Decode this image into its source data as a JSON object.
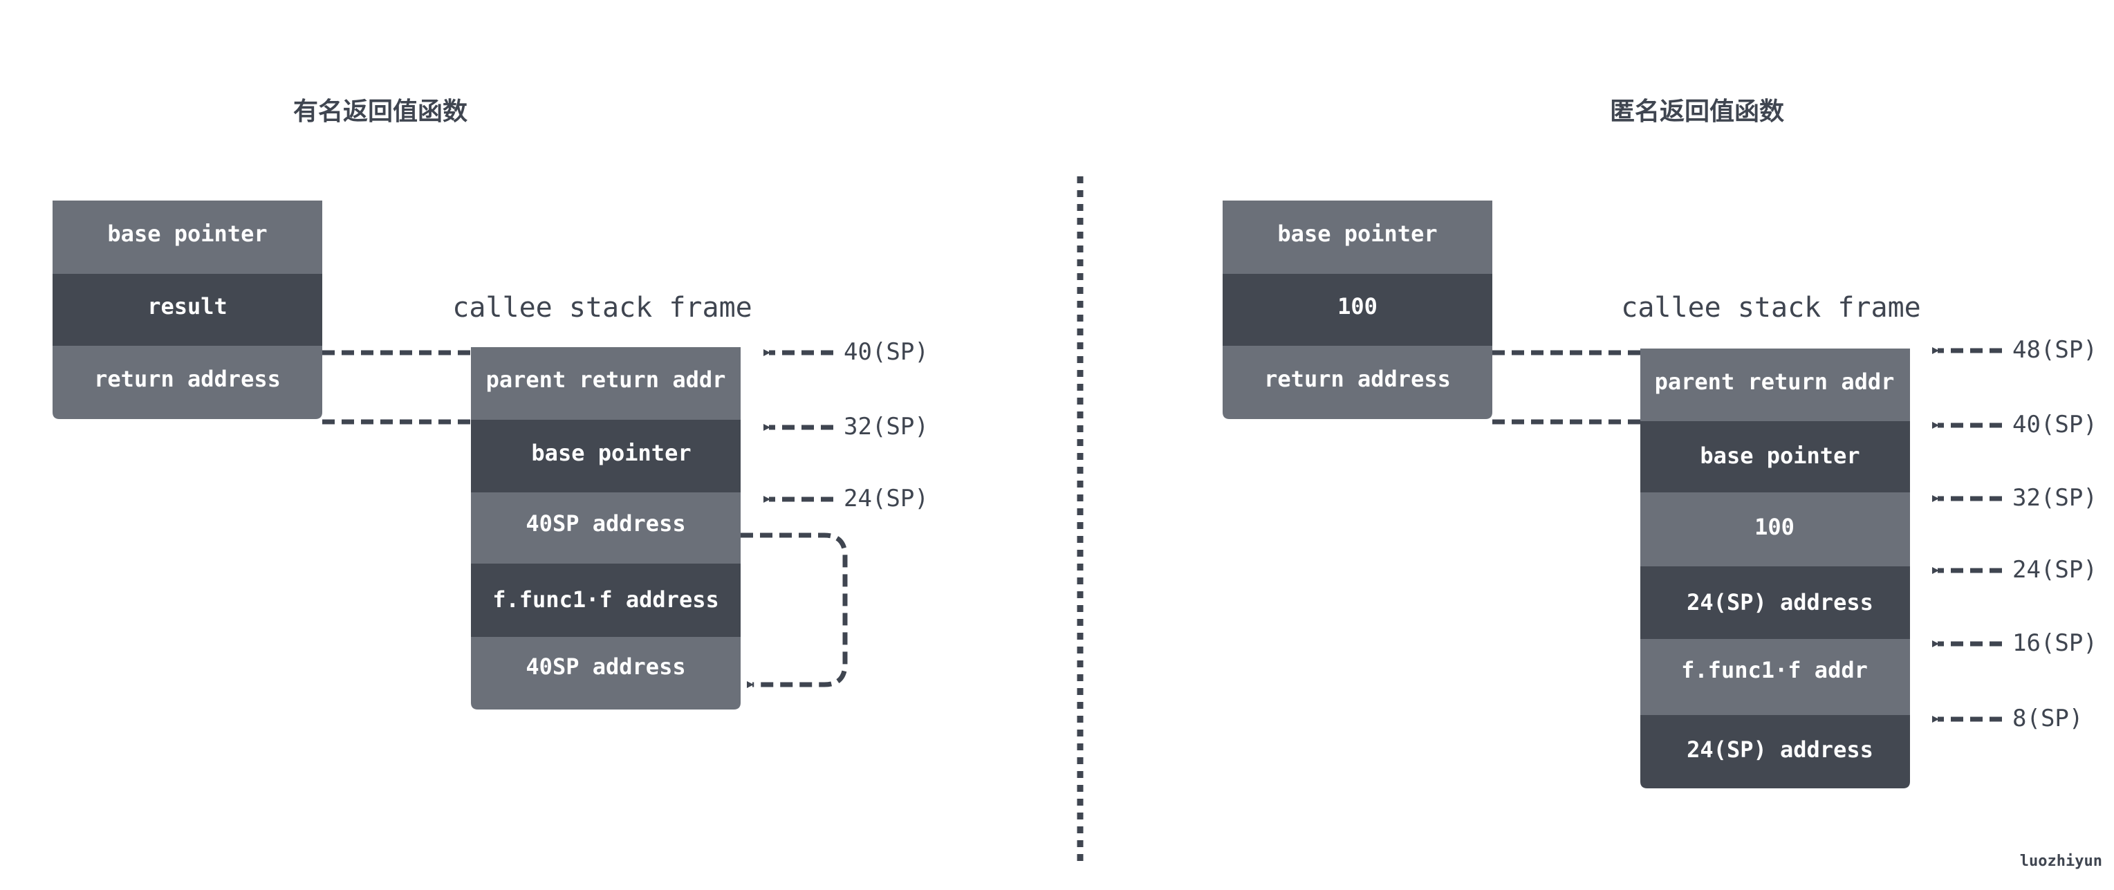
{
  "colors": {
    "light_cell": "#6b7079",
    "dark_cell": "#434851",
    "line": "#3f4550",
    "text": "#3f4550"
  },
  "left": {
    "title": "有名返回值函数",
    "caller_cells": [
      "base pointer",
      "result",
      "return address"
    ],
    "callee_label": "callee stack frame",
    "callee_cells": [
      "parent return addr",
      "base pointer",
      "40SP address",
      "f.func1·f address",
      "40SP address"
    ],
    "sp_labels": [
      "40(SP)",
      "32(SP)",
      "24(SP)"
    ]
  },
  "right": {
    "title": "匿名返回值函数",
    "caller_cells": [
      "base pointer",
      "100",
      "return address"
    ],
    "callee_label": "callee stack frame",
    "callee_cells": [
      "parent return addr",
      "base pointer",
      "100",
      "24(SP) address",
      "f.func1·f addr",
      "24(SP) address"
    ],
    "sp_labels": [
      "48(SP)",
      "40(SP)",
      "32(SP)",
      "24(SP)",
      "16(SP)",
      "8(SP)"
    ]
  },
  "credit": "luozhiyun"
}
